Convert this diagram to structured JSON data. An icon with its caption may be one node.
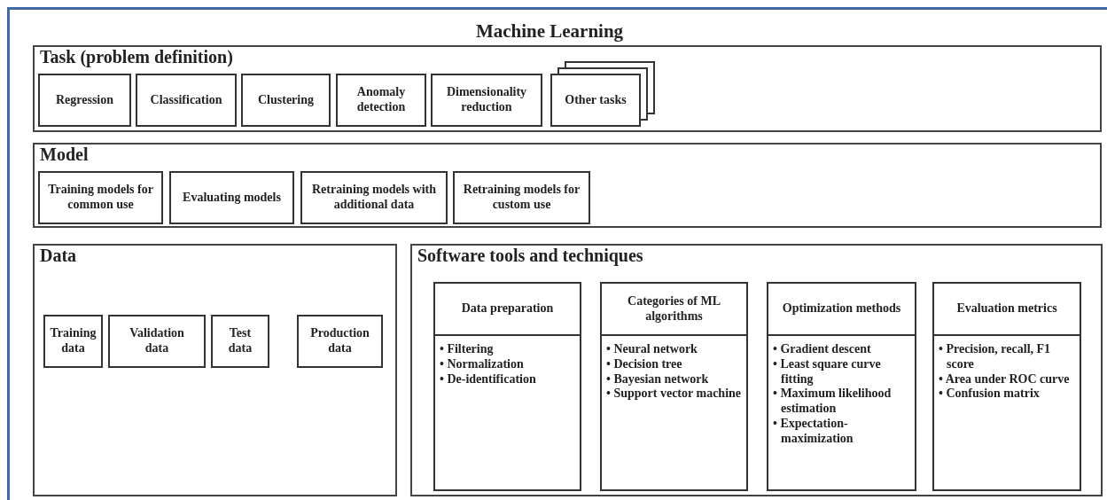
{
  "diagram": {
    "nodes": [
      {
        "text": [
          "Machine Learning"
        ]
      },
      {
        "text": [
          "Task (problem definition)"
        ],
        "in": 0
      },
      {
        "text": [
          "Regression"
        ],
        "in": 1
      },
      {
        "text": [
          "Classification"
        ],
        "in": 1
      },
      {
        "text": [
          "Clustering"
        ],
        "in": 1
      },
      {
        "text": [
          "Anomaly detection"
        ],
        "in": 1
      },
      {
        "text": [
          "Dimensionality reduction"
        ],
        "in": 1
      },
      {
        "text": [
          "Other tasks"
        ],
        "in": 1
      },
      {
        "text": [
          "Model"
        ],
        "in": 0
      },
      {
        "text": [
          "Training models for common use"
        ],
        "in": 8
      },
      {
        "text": [
          "Evaluating models"
        ],
        "in": 8
      },
      {
        "text": [
          "Retraining models with additional data"
        ],
        "in": 8
      },
      {
        "text": [
          "Retraining models for custom use"
        ],
        "in": 8
      },
      {
        "text": [
          "Data"
        ],
        "in": 0
      },
      {
        "text": [
          "Training data"
        ],
        "in": 13
      },
      {
        "text": [
          "Validation data"
        ],
        "in": 13
      },
      {
        "text": [
          "Test data"
        ],
        "in": 13
      },
      {
        "text": [
          "Production data"
        ],
        "in": 13
      },
      {
        "text": [
          "Software tools and techniques"
        ],
        "in": 0
      },
      {
        "text": [
          "Data preparation",
          "• Filtering",
          "• Normalization",
          "• De-identification"
        ],
        "in": 18
      },
      {
        "text": [
          "Categories of ML algorithms",
          "• Neural network",
          "• Decision tree",
          "• Bayesian network",
          "• Support vector machine"
        ],
        "in": 18
      },
      {
        "text": [
          "Optimization methods",
          "• Gradient descent",
          "• Least square curve fitting",
          "• Maximum likelihood estimation",
          "• Expectation-maximization"
        ],
        "in": 18
      },
      {
        "text": [
          "Evaluation metrics",
          "• Precision, recall, F1 score",
          "• Area under ROC curve",
          "• Confusion matrix"
        ],
        "in": 18
      }
    ],
    "edges": []
  }
}
